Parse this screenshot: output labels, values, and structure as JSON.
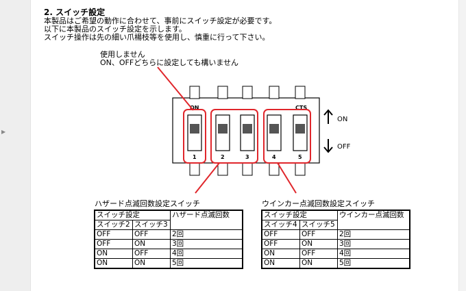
{
  "sidebar": {
    "arrow_icon": "caret-right-icon"
  },
  "doc": {
    "heading": "2. スイッチ設定",
    "lines": [
      "本製品はご希望の動作に合わせて、事前にスイッチ設定が必要です。",
      "以下に本製品のスイッチ設定を示します。",
      "スイッチ操作は先の細い爪楊枝等を使用し、慎重に行って下さい。"
    ]
  },
  "diagram": {
    "note": [
      "使用しません",
      "ON、OFFどちらに設定しても構いません"
    ],
    "on_mark": "ON",
    "brand_mark": "CTS",
    "numbers": [
      "1",
      "2",
      "3",
      "4",
      "5"
    ],
    "on_label": "ON",
    "off_label": "OFF",
    "arrow_up_icon": "arrow-up-icon",
    "arrow_down_icon": "arrow-down-icon",
    "highlight_color": "#e0262b"
  },
  "hazard": {
    "caption": "ハザード点滅回数設定スイッチ",
    "header_setting": "スイッチ設定",
    "header_count": "ハザード点滅回数",
    "col1": "スイッチ2",
    "col2": "スイッチ3",
    "rows": [
      [
        "OFF",
        "OFF",
        "2回"
      ],
      [
        "OFF",
        "ON",
        "3回"
      ],
      [
        "ON",
        "OFF",
        "4回"
      ],
      [
        "ON",
        "ON",
        "5回"
      ]
    ]
  },
  "winker": {
    "caption": "ウインカー点滅回数設定スイッチ",
    "header_setting": "スイッチ設定",
    "header_count": "ウインカー点滅回数",
    "col1": "スイッチ4",
    "col2": "スイッチ5",
    "rows": [
      [
        "OFF",
        "OFF",
        "2回"
      ],
      [
        "OFF",
        "ON",
        "3回"
      ],
      [
        "ON",
        "OFF",
        "4回"
      ],
      [
        "ON",
        "ON",
        "5回"
      ]
    ]
  }
}
